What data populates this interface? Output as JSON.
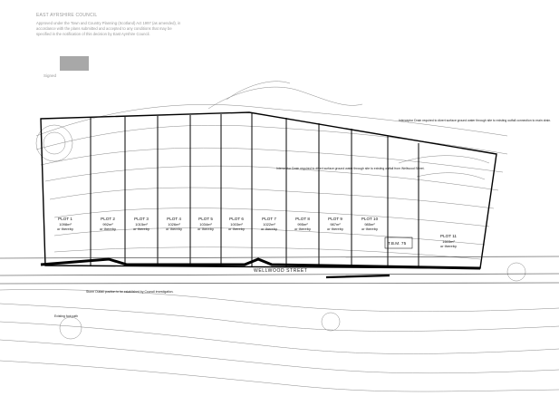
{
  "stamp": {
    "title": "EAST AYRSHIRE COUNCIL",
    "line1": "Approved under the Town and Country Planning (Scotland) Act 1997 (as amended), in",
    "line2": "accordance with the plans submitted and accepted to any conditions that may be",
    "line3": "specified in the notification of this decision by East Ayrshire Council.",
    "signed": "Signed"
  },
  "street": {
    "name": "WELLWOOD STREET"
  },
  "plots": [
    {
      "name": "PLOT 1",
      "area": "1098m²",
      "note": "or thereby"
    },
    {
      "name": "PLOT 2",
      "area": "992m²",
      "note": "or thereby"
    },
    {
      "name": "PLOT 3",
      "area": "1015m²",
      "note": "or thereby"
    },
    {
      "name": "PLOT 4",
      "area": "1026m²",
      "note": "or thereby"
    },
    {
      "name": "PLOT 5",
      "area": "1034m²",
      "note": "or thereby"
    },
    {
      "name": "PLOT 6",
      "area": "1003m²",
      "note": "or thereby"
    },
    {
      "name": "PLOT 7",
      "area": "1022m²",
      "note": "or thereby"
    },
    {
      "name": "PLOT 8",
      "area": "995m²",
      "note": "or thereby"
    },
    {
      "name": "PLOT 9",
      "area": "987m²",
      "note": "or thereby"
    },
    {
      "name": "PLOT 10",
      "area": "985m²",
      "note": "or thereby"
    },
    {
      "name": "PLOT 11",
      "area": "1603m²",
      "note": "or thereby"
    }
  ],
  "notes": {
    "drain_top": "Interceptor Drain required to divert surface ground water through site to existing outfall connection to main drain.",
    "drain_mid": "Interceptor Drain required to divert surface ground water through site to existing outfall from Wellwood Street.",
    "storm": "Storm Outfall position to be established by Council investigation.",
    "foot": "Existing foot path",
    "tbm": "T.B.M. 75"
  },
  "colors": {
    "line": "#000000",
    "contour": "#8a8a8a",
    "stamp": "#9a9a9a"
  }
}
